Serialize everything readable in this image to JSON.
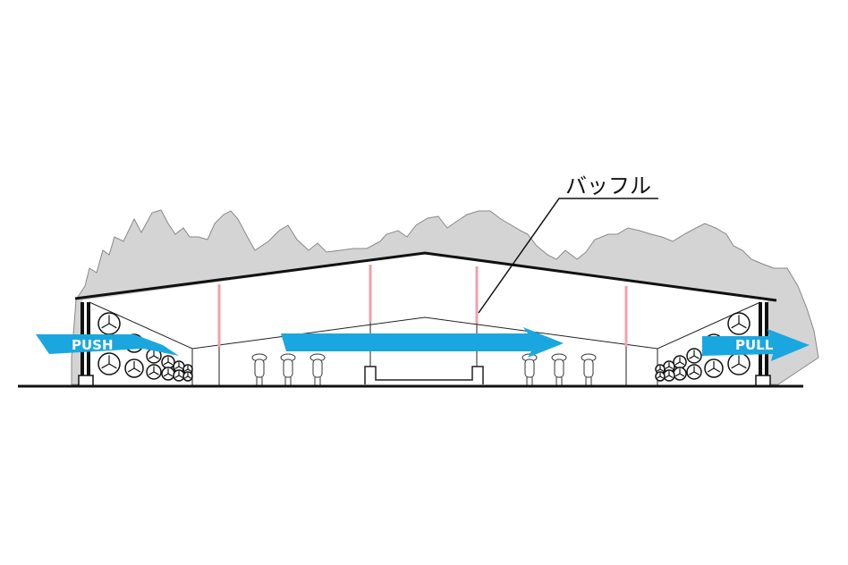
{
  "diagram": {
    "callout_label": "バッフル",
    "push_label": "PUSH",
    "pull_label": "PULL",
    "colors": {
      "airflow": "#1aa7e0",
      "baffle": "#f0a0aa",
      "trees": "#d4d4d4",
      "outline": "#111111"
    }
  }
}
